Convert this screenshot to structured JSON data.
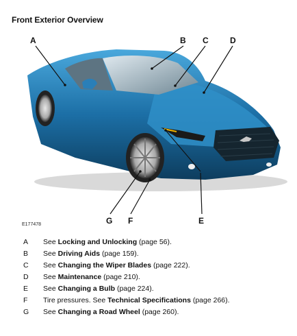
{
  "title": "Front Exterior Overview",
  "callouts": {
    "A": "A",
    "B": "B",
    "C": "C",
    "D": "D",
    "E": "E",
    "F": "F",
    "G": "G"
  },
  "figure_code": "E177478",
  "legend": [
    {
      "letter": "A",
      "prefix": "See ",
      "bold": "Locking and Unlocking",
      "suffix": " (page 56)."
    },
    {
      "letter": "B",
      "prefix": "See ",
      "bold": "Driving Aids",
      "suffix": " (page 159)."
    },
    {
      "letter": "C",
      "prefix": "See ",
      "bold": "Changing the Wiper Blades",
      "suffix": " (page 222)."
    },
    {
      "letter": "D",
      "prefix": "See ",
      "bold": "Maintenance",
      "suffix": " (page 210)."
    },
    {
      "letter": "E",
      "prefix": "See ",
      "bold": "Changing a Bulb",
      "suffix": " (page 224)."
    },
    {
      "letter": "F",
      "prefix": "Tire pressures.  See ",
      "bold": "Technical Specifications",
      "suffix": " (page 266)."
    },
    {
      "letter": "G",
      "prefix": "See ",
      "bold": "Changing a Road Wheel",
      "suffix": " (page 260)."
    }
  ],
  "colors": {
    "car_body": "#1c6fa6",
    "car_highlight": "#3fa0d4",
    "car_dark": "#0d3d5e"
  }
}
